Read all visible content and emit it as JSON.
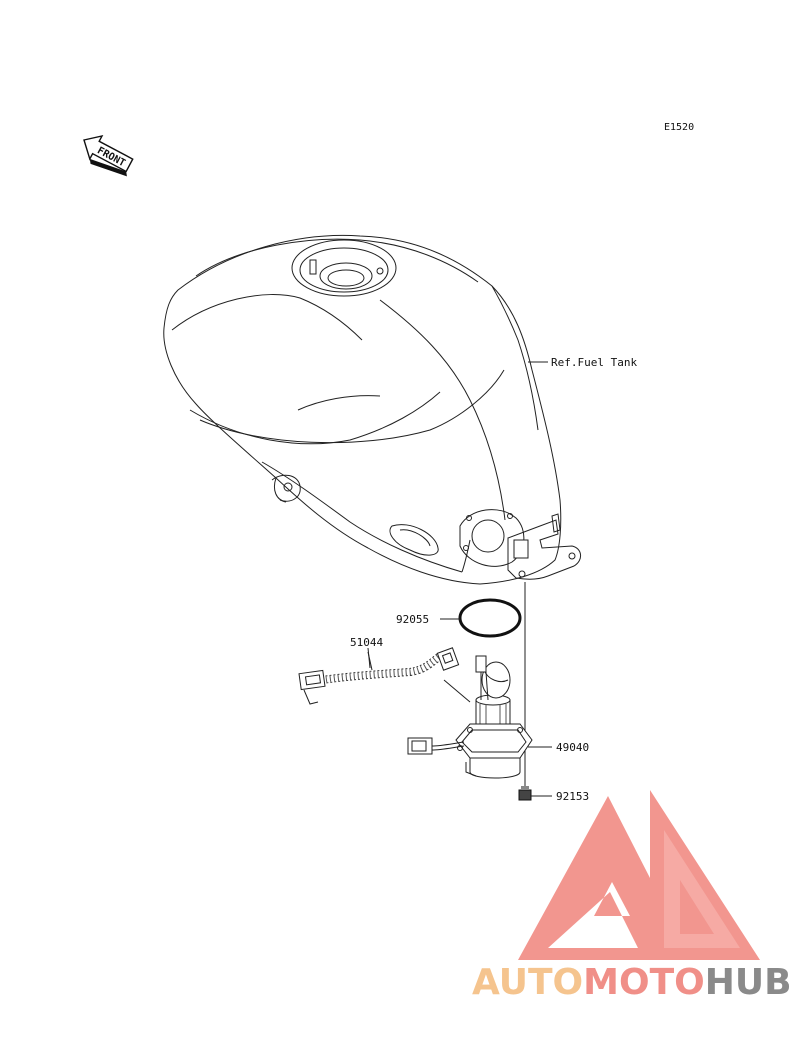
{
  "diagram": {
    "code": "E1520",
    "direction_label": "FRONT",
    "callouts": {
      "fuel_tank": "Ref.Fuel Tank",
      "o_ring": "92055",
      "wire_harness": "51044",
      "fuel_pump": "49040",
      "bolt": "92153"
    }
  },
  "watermark": {
    "part1": "AUTO",
    "part2": "MOTO",
    "part3": "HUB",
    "colors": {
      "auto": "#f5c48e",
      "moto": "#f08f88",
      "hub": "#8a8a8a",
      "logo": "#f2968f"
    }
  }
}
